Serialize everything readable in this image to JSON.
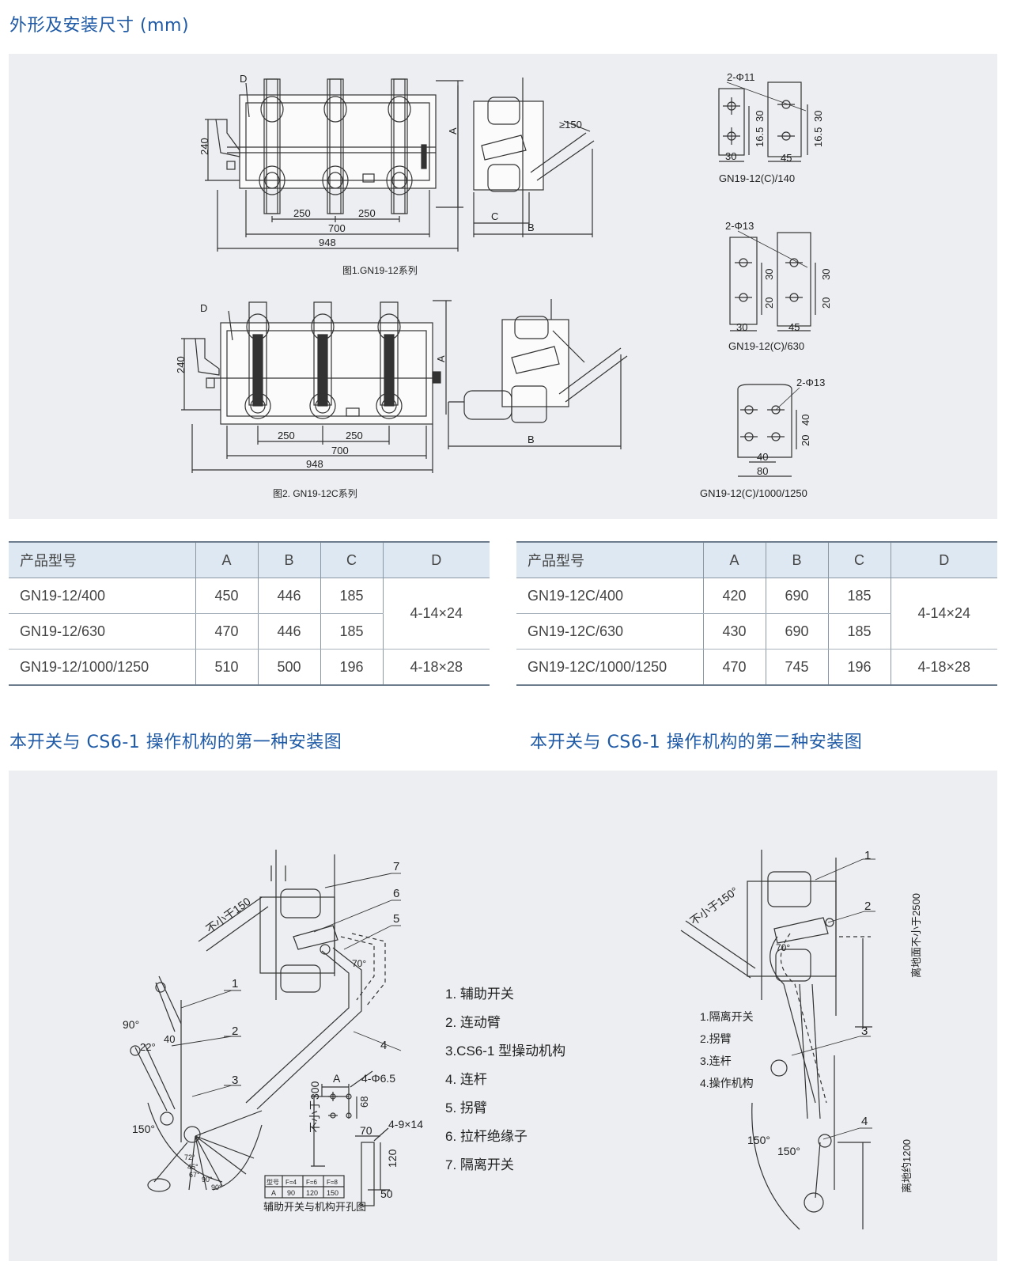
{
  "section_titles": {
    "dimensions": "外形及安装尺寸 (mm)",
    "install_1": "本开关与 CS6-1 操作机构的第一种安装图",
    "install_2": "本开关与 CS6-1 操作机构的第二种安装图"
  },
  "fig1": {
    "caption": "图1.GN19-12系列",
    "d": "D",
    "dim_240": "240",
    "dim_250a": "250",
    "dim_250b": "250",
    "dim_700": "700",
    "dim_948": "948",
    "a": "A",
    "c": "C",
    "b": "B",
    "ge150": "≥150"
  },
  "fig2": {
    "caption": "图2. GN19-12C系列",
    "d": "D",
    "dim_240": "240",
    "dim_250a": "250",
    "dim_250b": "250",
    "dim_700": "700",
    "dim_948": "948",
    "a": "A",
    "b": "B"
  },
  "holes": {
    "h140": {
      "label": "2-Φ11",
      "d30": "30",
      "d165": "16.5",
      "w30": "30",
      "w45": "45",
      "d30b": "30",
      "d165b": "16.5",
      "caption": "GN19-12(C)/140"
    },
    "h630": {
      "label": "2-Φ13",
      "d30": "30",
      "d20": "20",
      "w30": "30",
      "w45": "45",
      "d30b": "30",
      "d20b": "20",
      "caption": "GN19-12(C)/630"
    },
    "h1000": {
      "label": "2-Φ13",
      "d40": "40",
      "d20": "20",
      "w40": "40",
      "w80": "80",
      "caption": "GN19-12(C)/1000/1250"
    }
  },
  "table_left": {
    "headers": [
      "产品型号",
      "A",
      "B",
      "C",
      "D"
    ],
    "rows": [
      [
        "GN19-12/400",
        "450",
        "446",
        "185",
        "4-14×24"
      ],
      [
        "GN19-12/630",
        "470",
        "446",
        "185",
        ""
      ],
      [
        "GN19-12/1000/1250",
        "510",
        "500",
        "196",
        "4-18×28"
      ]
    ]
  },
  "table_right": {
    "headers": [
      "产品型号",
      "A",
      "B",
      "C",
      "D"
    ],
    "rows": [
      [
        "GN19-12C/400",
        "420",
        "690",
        "185",
        "4-14×24"
      ],
      [
        "GN19-12C/630",
        "430",
        "690",
        "185",
        ""
      ],
      [
        "GN19-12C/1000/1250",
        "470",
        "745",
        "196",
        "4-18×28"
      ]
    ]
  },
  "install1": {
    "n1": "1",
    "n2": "2",
    "n3": "3",
    "n4": "4",
    "n5": "5",
    "n6": "6",
    "n7": "7",
    "not_less_150": "不小于150",
    "a90": "90°",
    "a22": "22°",
    "d40": "40",
    "a150": "150°",
    "a70": "70°",
    "legend": [
      "1. 辅助开关",
      "2. 连动臂",
      "3.CS6-1 型操动机构",
      "4. 连杆",
      "5. 拐臂",
      "6. 拉杆绝缘子",
      "7. 隔离开关"
    ],
    "hole": {
      "a": "A",
      "holes4": "4-Φ6.5",
      "d68": "68",
      "not_less_300": "不小于300",
      "d70": "70",
      "slots": "4-9×14",
      "d120": "120",
      "d50": "50",
      "caption": "辅助开关与机构开孔图",
      "tbl_h": [
        "型号",
        "F=4",
        "F=6",
        "F=8"
      ],
      "tbl_r": [
        "A",
        "90",
        "120",
        "150"
      ]
    },
    "small_angles": [
      "72°",
      "45°",
      "67°",
      "90°",
      "90°"
    ]
  },
  "install2": {
    "n1": "1",
    "n2": "2",
    "n3": "3",
    "n4": "4",
    "not_less_150": "不小于150°",
    "a70": "70°",
    "ground_2500": "离地面不小于2500",
    "ground_1200": "离地约1200",
    "a150a": "150°",
    "a150b": "150°",
    "legend": [
      "1.隔离开关",
      "2.拐臂",
      "3.连杆",
      "4.操作机构"
    ]
  }
}
